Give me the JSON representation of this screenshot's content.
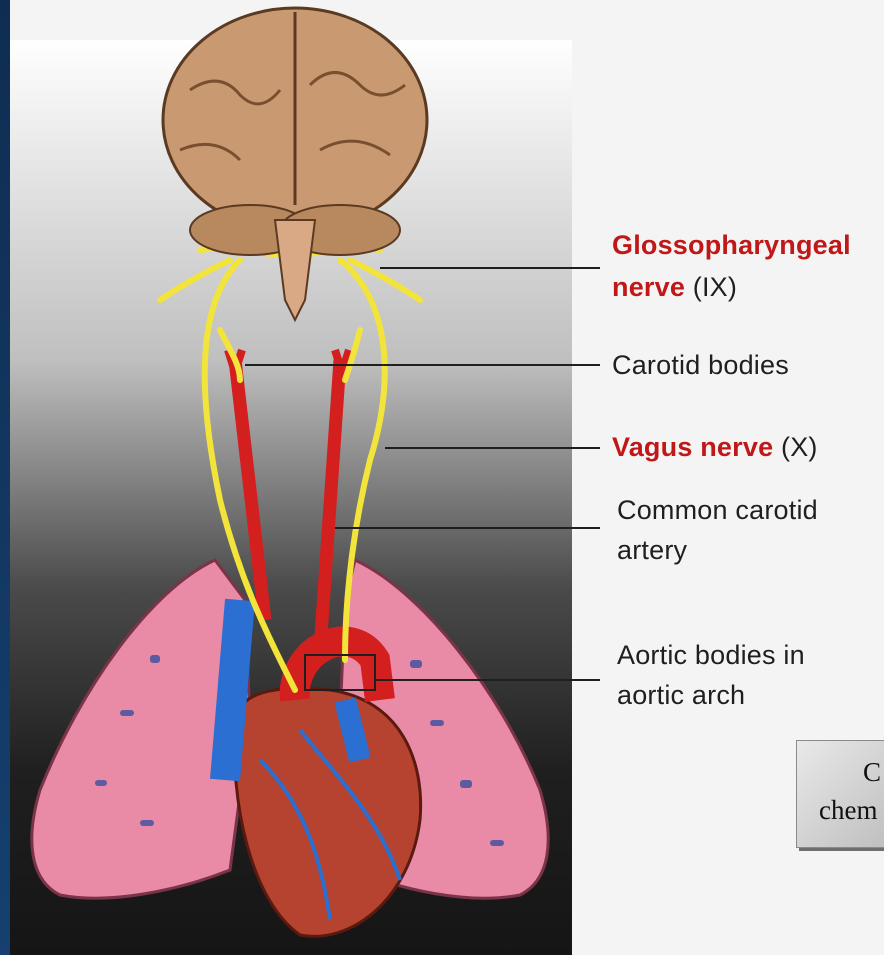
{
  "labels": {
    "glossopharyngeal_name": "Glossopharyngeal",
    "glossopharyngeal_name_2": "nerve",
    "glossopharyngeal_numeral": "(IX)",
    "carotid_bodies": "Carotid bodies",
    "vagus_name": "Vagus nerve",
    "vagus_numeral": "(X)",
    "common_carotid_line1": "Common carotid",
    "common_carotid_line2": "artery",
    "aortic_bodies_line1": "Aortic bodies in",
    "aortic_bodies_line2": "aortic arch"
  },
  "button": {
    "line1": "C",
    "line2": "chem"
  },
  "colors": {
    "nerve": "#f2e43a",
    "artery": "#d41f1f",
    "vein": "#2a6fd1",
    "lung": "#e98aa6",
    "brain": "#c99a72",
    "label_red": "#c01818"
  },
  "icons": [
    "brain-illustration",
    "lungs-illustration",
    "heart-illustration"
  ]
}
